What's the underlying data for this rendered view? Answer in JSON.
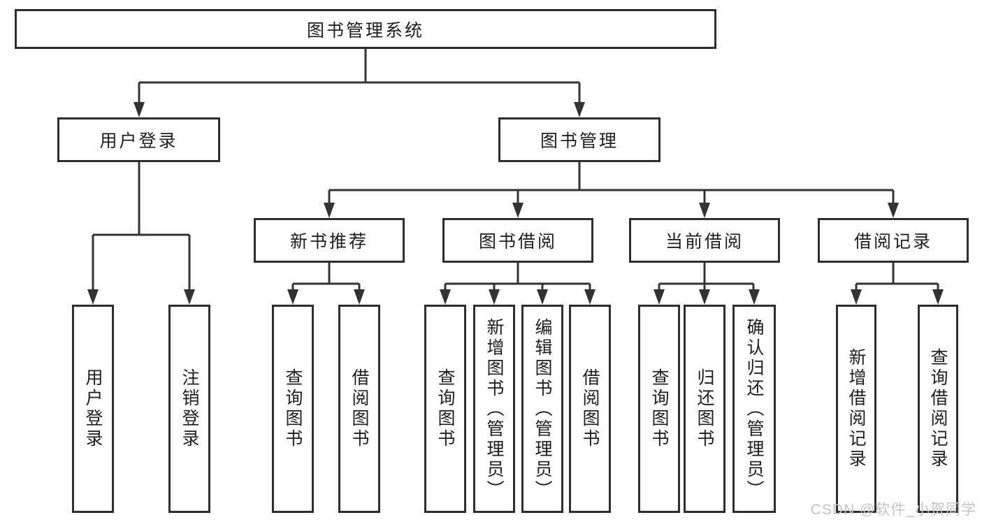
{
  "tree": {
    "label": "图书管理系统",
    "children": [
      {
        "label": "用户登录",
        "children": [
          {
            "label": "用户登录"
          },
          {
            "label": "注销登录"
          }
        ]
      },
      {
        "label": "图书管理",
        "children": [
          {
            "label": "新书推荐",
            "children": [
              {
                "label": "查询图书"
              },
              {
                "label": "借阅图书"
              }
            ]
          },
          {
            "label": "图书借阅",
            "children": [
              {
                "label": "查询图书"
              },
              {
                "label": "新增图书（管理员）"
              },
              {
                "label": "编辑图书（管理员）"
              },
              {
                "label": "借阅图书"
              }
            ]
          },
          {
            "label": "当前借阅",
            "children": [
              {
                "label": "查询图书"
              },
              {
                "label": "归还图书"
              },
              {
                "label": "确认归还（管理员）"
              }
            ]
          },
          {
            "label": "借阅记录",
            "children": [
              {
                "label": "新增借阅记录"
              },
              {
                "label": "查询借阅记录"
              }
            ]
          }
        ]
      }
    ]
  },
  "watermark": "CSDN @软件_小贺同学",
  "colors": {
    "line": "#333333",
    "box_border": "#2d2d2d",
    "text": "#1e1e1e",
    "watermark": "#c4c4c4",
    "background": "#ffffff"
  }
}
